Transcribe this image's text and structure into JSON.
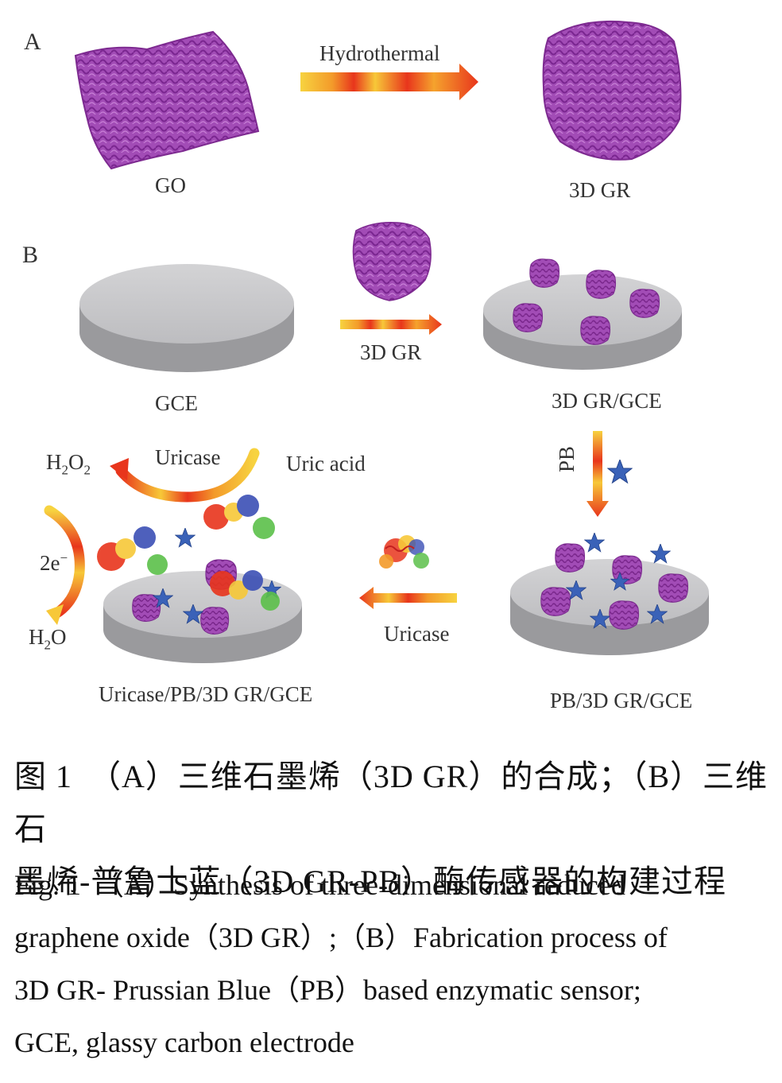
{
  "panels": {
    "a_label": "A",
    "b_label": "B"
  },
  "panel_a": {
    "arrow_label": "Hydrothermal",
    "left_label": "GO",
    "right_label": "3D GR"
  },
  "panel_b": {
    "gce_label": "GCE",
    "arrow1_label": "3D GR",
    "gr_gce_label": "3D GR/GCE",
    "pb_arrow_label": "PB",
    "pb_gce_label": "PB/3D GR/GCE",
    "uricase_arrow_label": "Uricase",
    "final_label": "Uricase/PB/3D GR/GCE",
    "cycle": {
      "uricase": "Uricase",
      "uric_acid": "Uric acid",
      "h2o2_main": "H",
      "h2o2_sub1": "2",
      "h2o2_o": "O",
      "h2o2_sub2": "2",
      "electrons_main": "2e",
      "electrons_sup": "−",
      "h2o_h": "H",
      "h2o_sub": "2",
      "h2o_o": "O"
    }
  },
  "colors": {
    "graphene": "#9b3fb0",
    "electrode_top": "#c8c8ca",
    "electrode_side": "#9a9a9d",
    "star": "#3a62b8",
    "arrow_red": "#e8351c",
    "arrow_yellow": "#f7d340"
  },
  "caption": {
    "cn_line1": "图 1　（A）三维石墨烯（3D GR）的合成；（B）三维石",
    "cn_line2": "墨烯-普鲁士蓝（3D GR-PB）酶传感器的构建过程",
    "en_line1": "Fig. 1　（A）Synthesis of three-dimensional reduced",
    "en_line2": "graphene oxide（3D GR）;（B）Fabrication process of",
    "en_line3": "3D GR- Prussian Blue（PB）based enzymatic sensor;",
    "en_line4": "GCE, glassy carbon electrode"
  }
}
